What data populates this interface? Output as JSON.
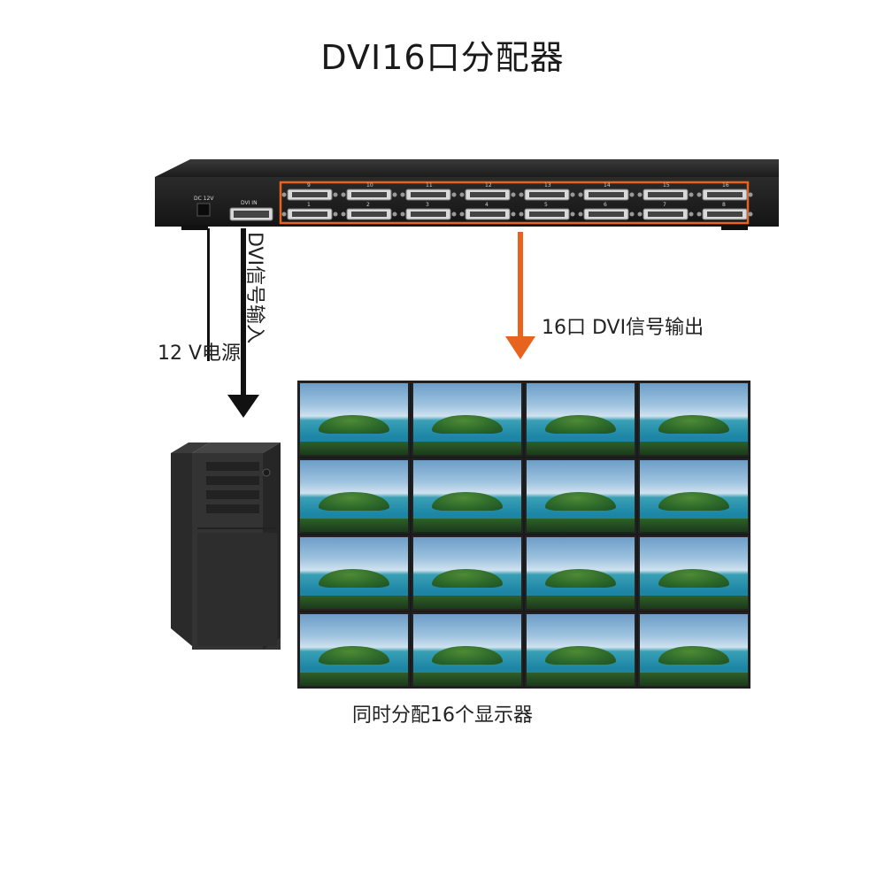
{
  "title": "DVI16口分配器",
  "device": {
    "power_port_label": "DC 12V",
    "input_port_label": "DVI IN",
    "ports_top": [
      "9",
      "10",
      "11",
      "12",
      "13",
      "14",
      "15",
      "16"
    ],
    "ports_bottom": [
      "1",
      "2",
      "3",
      "4",
      "5",
      "6",
      "7",
      "8"
    ],
    "highlight_color": "#e8641e"
  },
  "labels": {
    "power": "12 V电源",
    "input": "DVI信号输入",
    "output": "16口 DVI信号输出",
    "monitors": "同时分配16个显示器"
  },
  "monitor_count": 16,
  "colors": {
    "output_arrow": "#e8641e",
    "input_arrow": "#111111"
  }
}
